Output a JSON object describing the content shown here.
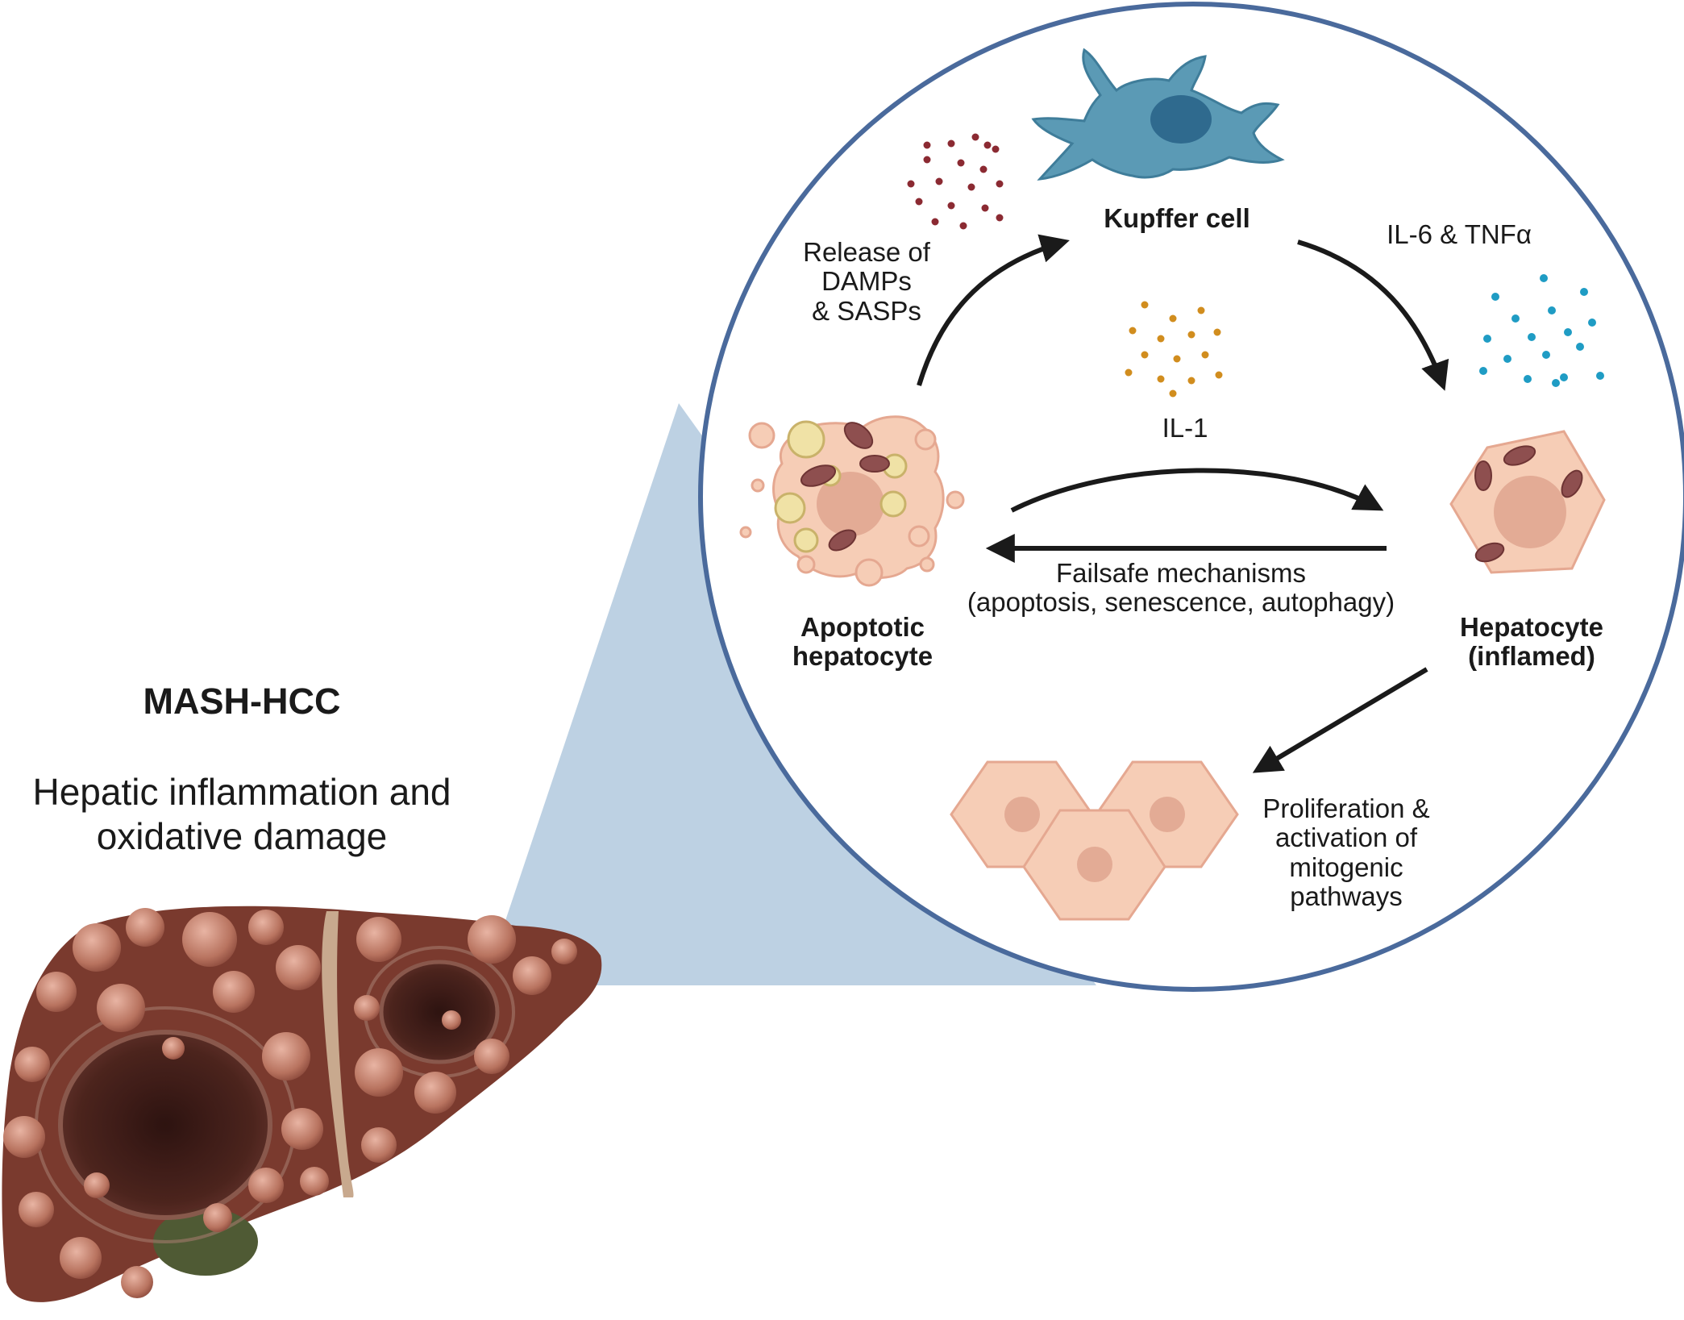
{
  "title": "MASH-HCC",
  "subtitle_line1": "Hepatic inflammation and",
  "subtitle_line2": "oxidative damage",
  "labels": {
    "kupffer_cell": "Kupffer cell",
    "damps_line1": "Release of",
    "damps_line2": "DAMPs",
    "damps_line3": "& SASPs",
    "il6_tnf": "IL-6 & TNFα",
    "il1": "IL-1",
    "failsafe_line1": "Failsafe mechanisms",
    "failsafe_line2": "(apoptosis, senescence, autophagy)",
    "apoptotic_line1": "Apoptotic",
    "apoptotic_line2": "hepatocyte",
    "hepatocyte_line1": "Hepatocyte",
    "hepatocyte_line2": "(inflamed)",
    "prolif_line1": "Proliferation &",
    "prolif_line2": "activation of",
    "prolif_line3": "mitogenic",
    "prolif_line4": "pathways"
  },
  "colors": {
    "circle_border": "#4a6a9c",
    "zoom_cone": "#b9cfe2",
    "kupffer": "#5b9ab5",
    "kupffer_nucleus": "#2f6a8e",
    "hepatocyte": "#f6cdb6",
    "hepatocyte_nucleus": "#e3ab95",
    "lipid_droplet": "#f0e2a6",
    "mitochondria": "#8e4f4f",
    "damp_dots": "#8b2a32",
    "il1_dots": "#d18d1e",
    "il6_dots": "#1f9cc4",
    "liver": "#7a3a2e",
    "liver_nodule": "#c98976",
    "tumor": "#3a1c18",
    "gallbladder": "#4f5a34",
    "arrow": "#1a1a1a"
  },
  "icons": [
    "kupffer-cell-icon",
    "apoptotic-hepatocyte-icon",
    "inflamed-hepatocyte-icon",
    "proliferating-hepatocytes-icon",
    "liver-icon"
  ]
}
